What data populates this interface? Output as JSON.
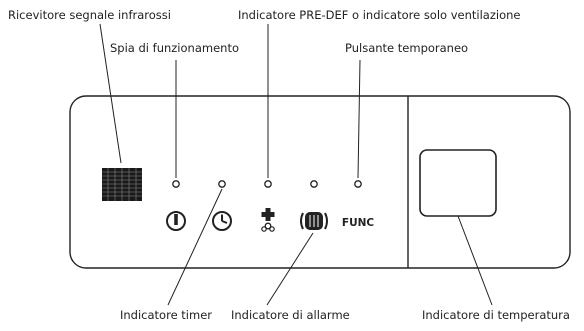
{
  "labels": {
    "ir_receiver": "Ricevitore segnale infrarossi",
    "operation_lamp": "Spia di funzionamento",
    "predef_indicator": "Indicatore PRE-DEF o indicatore solo ventilazione",
    "temp_button": "Pulsante temporaneo",
    "timer_indicator": "Indicatore timer",
    "alarm_indicator": "Indicatore di allarme",
    "temp_indicator": "Indicatore di temperatura"
  },
  "panel": {
    "func_text": "FUNC"
  },
  "icons": [
    "power-icon",
    "clock-icon",
    "fan-plus-icon",
    "alarm-icon"
  ],
  "colors": {
    "line": "#222222",
    "background": "#ffffff"
  }
}
